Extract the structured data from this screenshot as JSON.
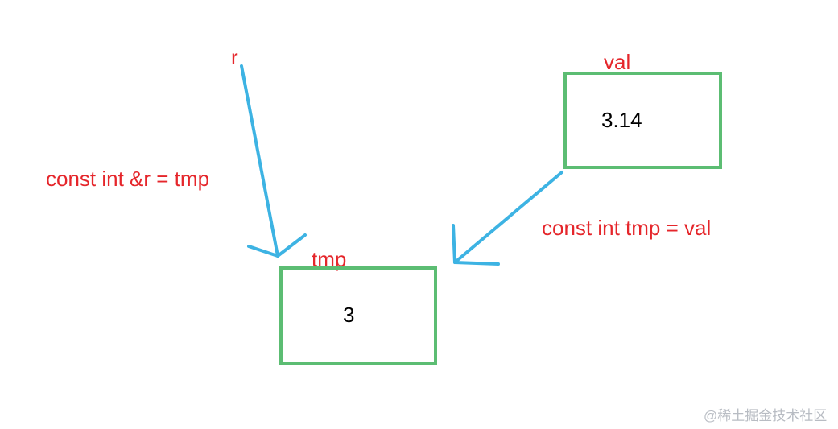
{
  "colors": {
    "label": "#e5262b",
    "box_border": "#5cbd73",
    "arrow": "#3db3e3",
    "value": "#000000",
    "watermark": "#b8bcc3"
  },
  "labels": {
    "r": "r",
    "val": "val",
    "tmp": "tmp",
    "ref_decl": "const int &r = tmp",
    "tmp_decl": "const int tmp = val"
  },
  "boxes": {
    "val_value": "3.14",
    "tmp_value": "3"
  },
  "watermark": "@稀土掘金技术社区"
}
